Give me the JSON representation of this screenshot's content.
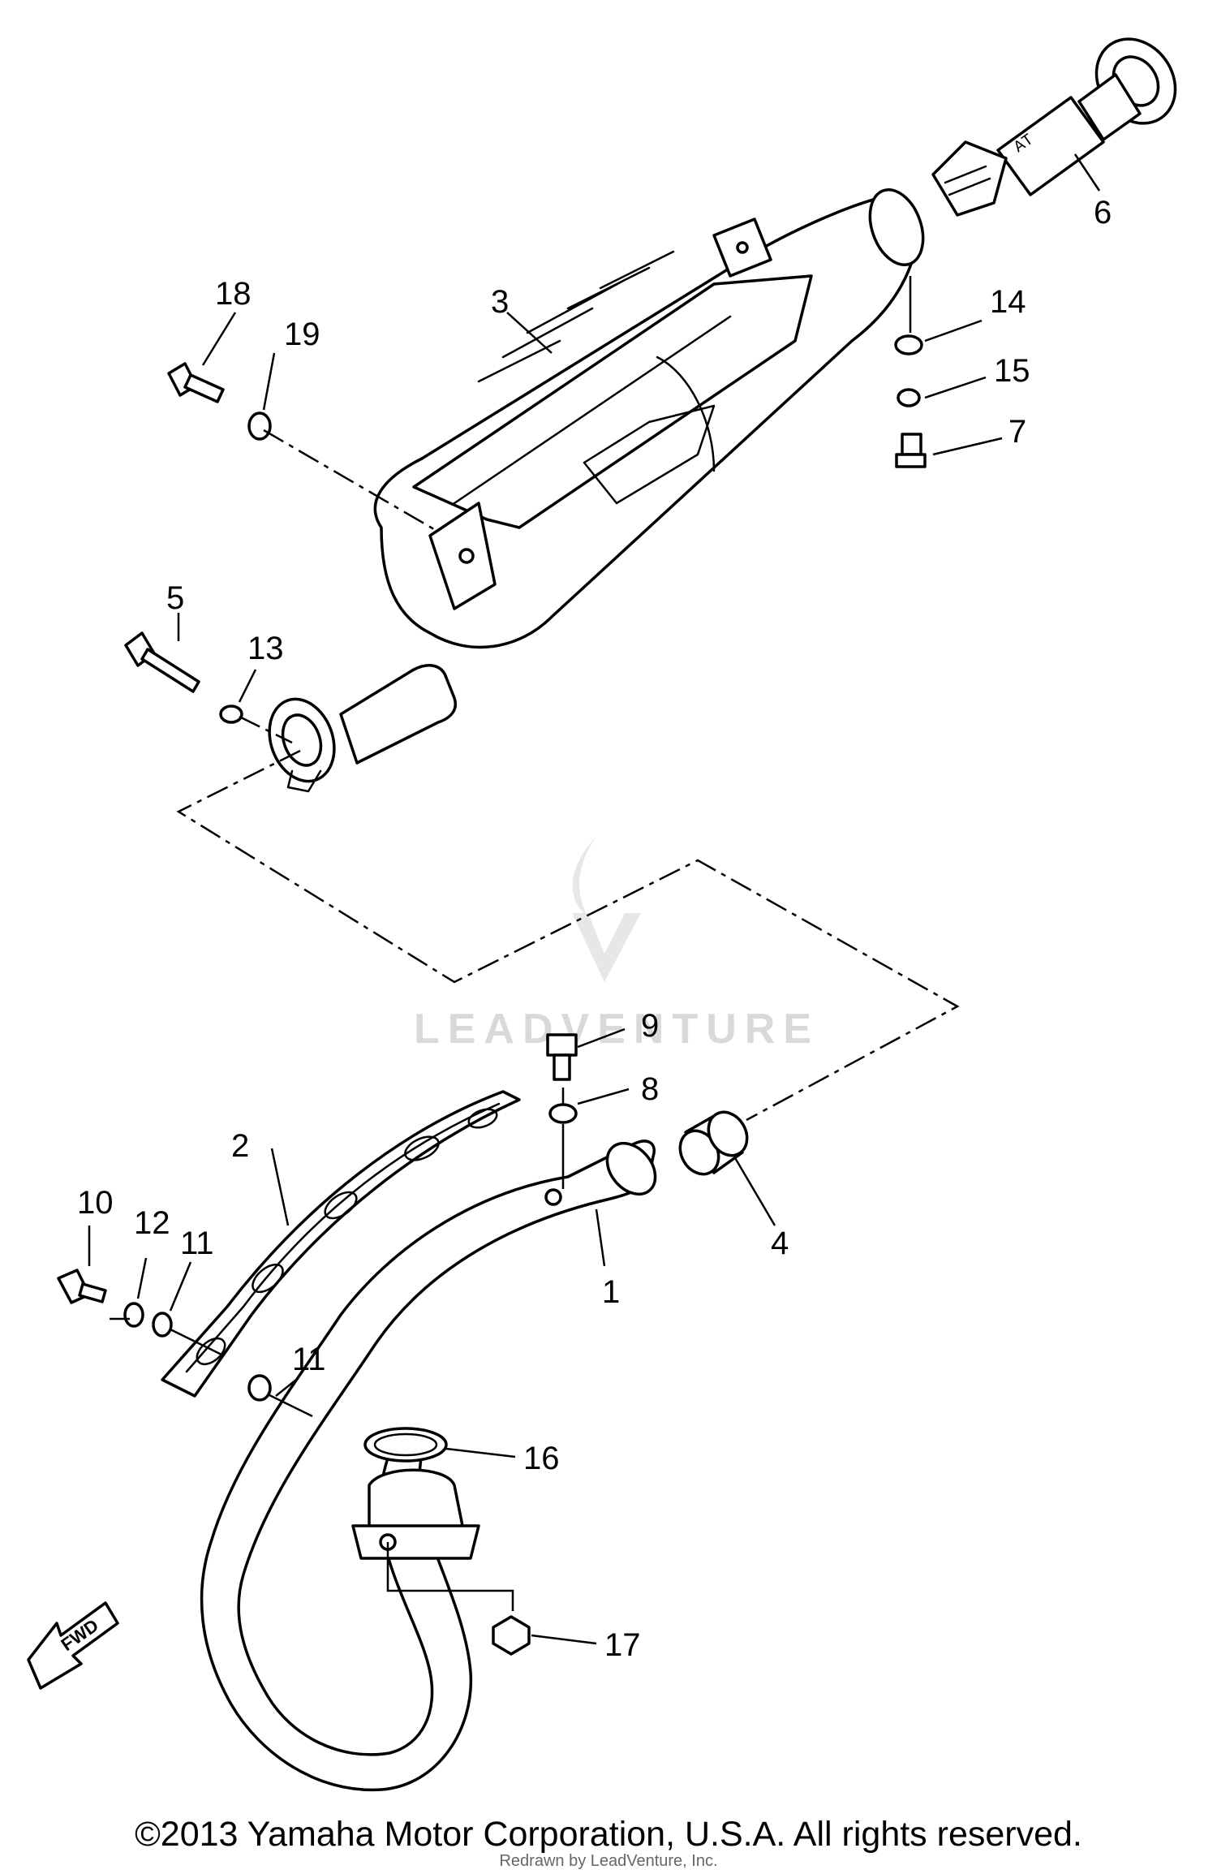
{
  "callouts": {
    "c1": "1",
    "c2": "2",
    "c3": "3",
    "c4": "4",
    "c5": "5",
    "c6": "6",
    "c7": "7",
    "c8": "8",
    "c9": "9",
    "c10": "10",
    "c11a": "11",
    "c11b": "11",
    "c12": "12",
    "c13": "13",
    "c14": "14",
    "c15": "15",
    "c16": "16",
    "c17": "17",
    "c18": "18",
    "c19": "19"
  },
  "fwd_label": "FWD",
  "watermark": "LEADVENTURE",
  "copyright": "©2013 Yamaha Motor Corporation, U.S.A. All rights reserved.",
  "redraw_note": "Redrawn by LeadVenture, Inc."
}
